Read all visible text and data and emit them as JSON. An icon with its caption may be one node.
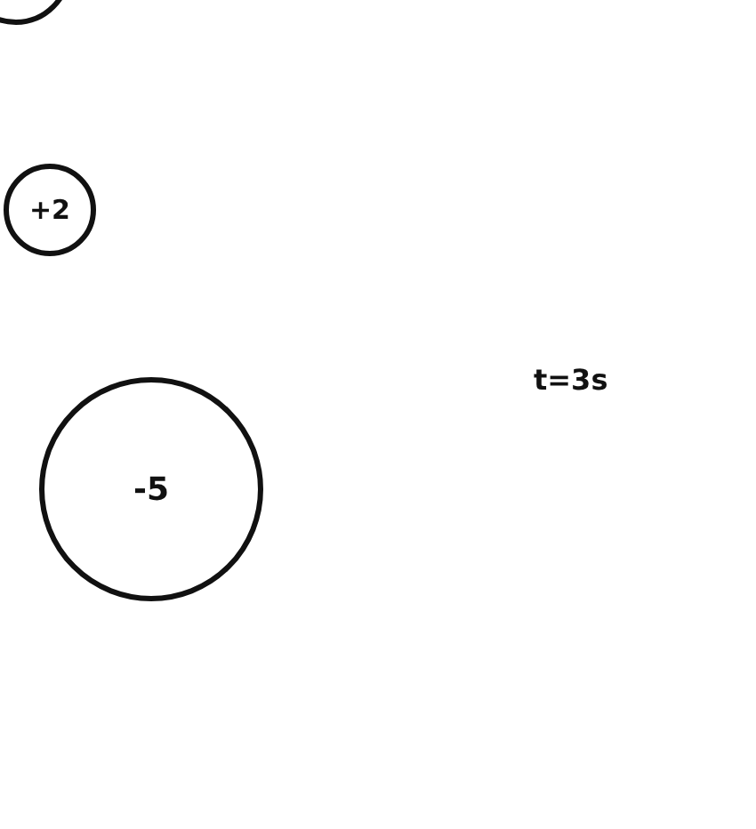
{
  "diagram": {
    "nodes": [
      {
        "text": [],
        "shape": "circle"
      },
      {
        "text": [
          "+2"
        ]
      },
      {
        "text": [
          "-5"
        ]
      }
    ],
    "labels": [
      "t=3s"
    ]
  }
}
